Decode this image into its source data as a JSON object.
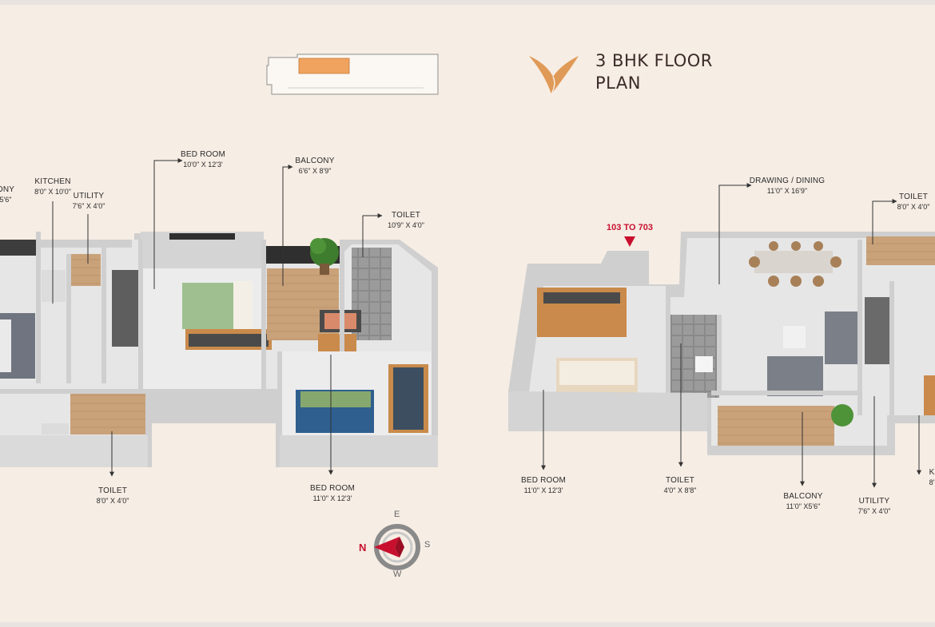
{
  "heading": {
    "line1": "3 BHK FLOOR",
    "line2": "PLAN"
  },
  "flat_range": "103 TO 703",
  "compass": {
    "n": "N",
    "e": "E",
    "s": "S",
    "w": "W"
  },
  "left_plan": {
    "balcony_partial": {
      "name": "ONY",
      "dim": "5'6\""
    },
    "kitchen": {
      "name": "KITCHEN",
      "dim": "8'0\" X 10'0\""
    },
    "utility": {
      "name": "UTILITY",
      "dim": "7'6\" X 4'0\""
    },
    "bedroom_top": {
      "name": "BED ROOM",
      "dim": "10'0\" X 12'3'"
    },
    "balcony": {
      "name": "BALCONY",
      "dim": "6'6\" X 8'9\""
    },
    "toilet_right": {
      "name": "TOILET",
      "dim": "10'9\" X 4'0\""
    },
    "toilet_bottom": {
      "name": "TOILET",
      "dim": "8'0\" X 4'0\""
    },
    "bedroom_bottom": {
      "name": "BED ROOM",
      "dim": "11'0\" X 12'3'"
    }
  },
  "right_plan": {
    "drawing_dining": {
      "name": "DRAWING / DINING",
      "dim": "11'0\" X 16'9\""
    },
    "toilet_top": {
      "name": "TOILET",
      "dim": "8'0\" X 4'0\""
    },
    "bedroom": {
      "name": "BED ROOM",
      "dim": "11'0\" X 12'3'"
    },
    "toilet": {
      "name": "TOILET",
      "dim": "4'0\" X 8'8\""
    },
    "balcony": {
      "name": "BALCONY",
      "dim": "11'0\" X5'6\""
    },
    "utility": {
      "name": "UTILITY",
      "dim": "7'6\" X 4'0\""
    },
    "kitchen_partial": {
      "name": "K",
      "dim": "8'"
    }
  },
  "colors": {
    "background": "#f6ede4",
    "wall": "#d9d9d9",
    "wall_dark": "#6e6e6e",
    "floor": "#e4e4e4",
    "wood_floor": "#c9a27a",
    "cabinet": "#c98a4b",
    "highlight": "#f0a35e",
    "accent_red": "#c8102e",
    "logo_orange": "#e09a57"
  }
}
